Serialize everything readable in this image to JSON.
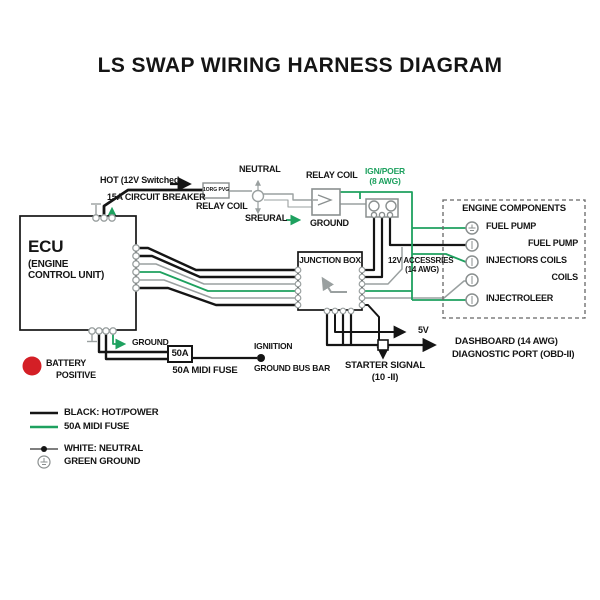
{
  "title": "LS SWAP WIRING HARNESS DIAGRAM",
  "colors": {
    "hot": "#151515",
    "ground_green": "#1ea15f",
    "neutral_gray": "#9aa0a0",
    "battery_red": "#d41f26"
  },
  "ecu": {
    "label": "ECU",
    "subtitle": "(ENGINE CONTROL UNIT)"
  },
  "top_circuit": {
    "hot_label": "HOT (12V Switched",
    "breaker_label": "15A CIRCUIT BREAKER",
    "chip_text": "1ORG PVG",
    "chip_label": "RELAY COIL",
    "neutral_label": "NEUTRAL",
    "sreural_label": "SREURAL",
    "relay_label": "RELAY COIL",
    "relay_ground_label": "GROUND",
    "ign_power_line1": "IGN/POER",
    "ign_power_line2": "(8 AWG)"
  },
  "junction_box": {
    "label": "JUNCTION BOX"
  },
  "accessories_label": {
    "line1": "12V ACCESSRIES",
    "line2": "(14 AWG)"
  },
  "engine_components": {
    "title": "ENGINE COMPONENTS",
    "items": [
      {
        "label": "FUEL PUMP"
      },
      {
        "label": "FUEL PUMP"
      },
      {
        "label": "INJECTIORS COILS"
      },
      {
        "label": "COILS"
      },
      {
        "label": "INJECTROLEER"
      }
    ]
  },
  "bottom": {
    "ground_label": "GROUND",
    "fuse_value": "50A",
    "fuse_label": "50A MIDI FUSE",
    "ignition_label": "IGNIITION",
    "bus_bar_label": "GROUND BUS BAR",
    "five_v_label": "5V",
    "starter_line1": "STARTER SIGNAL",
    "starter_line2": "(10 -II)",
    "dashboard_line1": "DASHBOARD (14 AWG)",
    "dashboard_line2": "DIAGNOSTIC PORT (OBD-II)",
    "battery_line1": "BATTERY",
    "battery_line2": "POSITIVE"
  },
  "legend": {
    "items": [
      {
        "label": "BLACK: HOT/POWER"
      },
      {
        "label": "50A MIDI FUSE"
      },
      {
        "label": "WHITE: NEUTRAL"
      },
      {
        "label": "GREEN GROUND"
      }
    ]
  }
}
